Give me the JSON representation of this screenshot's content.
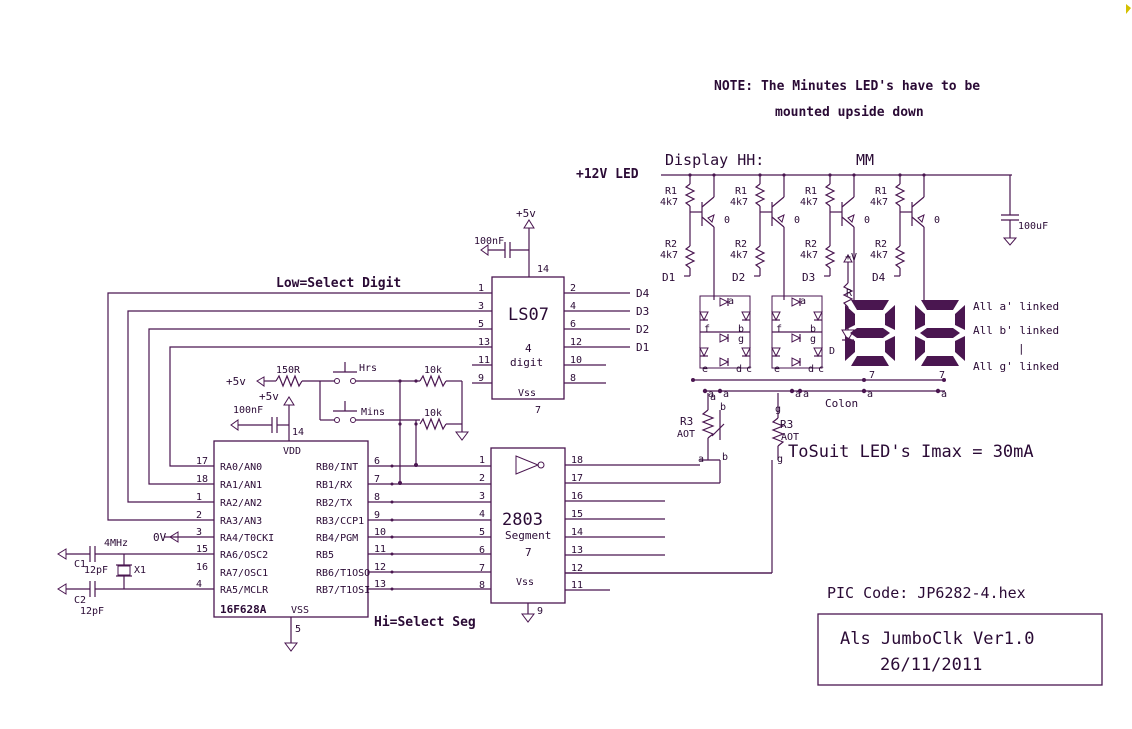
{
  "note": {
    "line1": "NOTE: The Minutes LED's have to be",
    "line2": "mounted upside down"
  },
  "display": {
    "hh_label": "Display HH:",
    "mm_label": "MM",
    "supply_label": "+12V LED",
    "cap": "100uF",
    "colon": "Colon",
    "digits": "88"
  },
  "transistors": [
    {
      "r1": "R1",
      "r1v": "4k7",
      "r2": "R2",
      "r2v": "4k7",
      "drive": "D1",
      "q": "0"
    },
    {
      "r1": "R1",
      "r1v": "4k7",
      "r2": "R2",
      "r2v": "4k7",
      "drive": "D2",
      "q": "0"
    },
    {
      "r1": "R1",
      "r1v": "4k7",
      "r2": "R2",
      "r2v": "4k7",
      "drive": "D3",
      "q": "0"
    },
    {
      "r1": "R1",
      "r1v": "4k7",
      "r2": "R2",
      "r2v": "4k7",
      "drive": "D4",
      "q": "0"
    }
  ],
  "links": [
    "All a' linked",
    "All b' linked",
    "|",
    "All g' linked"
  ],
  "colon_dot": {
    "plus_v": "+V",
    "r": "R",
    "d": "D"
  },
  "ls07": {
    "name": "LS07",
    "sub1": "4",
    "sub2": "digit",
    "vss": "Vss",
    "vdd_pin": "14",
    "vss_pin": "7",
    "left_pins": [
      "1",
      "3",
      "5",
      "13",
      "11",
      "9"
    ],
    "right_pins": [
      "2",
      "4",
      "6",
      "12",
      "10",
      "8"
    ],
    "outputs": [
      "D4",
      "D3",
      "D2",
      "D1"
    ],
    "supply": "+5v",
    "cap": "100nF",
    "caption": "Low=Select Digit"
  },
  "pic": {
    "name": "16F628A",
    "vdd": "VDD",
    "vss": "VSS",
    "vdd_pin": "14",
    "vss_pin": "5",
    "left": [
      {
        "pin": "17",
        "name": "RA0/AN0"
      },
      {
        "pin": "18",
        "name": "RA1/AN1"
      },
      {
        "pin": "1",
        "name": "RA2/AN2"
      },
      {
        "pin": "2",
        "name": "RA3/AN3"
      },
      {
        "pin": "3",
        "name": "RA4/T0CKI"
      },
      {
        "pin": "15",
        "name": "RA6/OSC2"
      },
      {
        "pin": "16",
        "name": "RA7/OSC1"
      },
      {
        "pin": "4",
        "name": "RA5/MCLR"
      }
    ],
    "right": [
      {
        "pin": "6",
        "name": "RB0/INT"
      },
      {
        "pin": "7",
        "name": "RB1/RX"
      },
      {
        "pin": "8",
        "name": "RB2/TX"
      },
      {
        "pin": "9",
        "name": "RB3/CCP1"
      },
      {
        "pin": "10",
        "name": "RB4/PGM"
      },
      {
        "pin": "11",
        "name": "RB5"
      },
      {
        "pin": "12",
        "name": "RB6/T1OSO"
      },
      {
        "pin": "13",
        "name": "RB7/T1OSI"
      }
    ],
    "supply": "+5v",
    "cap": "100nF",
    "zero_v": "0V"
  },
  "uln": {
    "name": "2803",
    "sub1": "Segment",
    "sub2": "7",
    "vss": "Vss",
    "gnd_pin": "9",
    "left_pins": [
      "1",
      "2",
      "3",
      "4",
      "5",
      "6",
      "7",
      "8"
    ],
    "right_pins": [
      "18",
      "17",
      "16",
      "15",
      "14",
      "13",
      "12",
      "11"
    ],
    "caption": "Hi=Select Seg"
  },
  "inputs": {
    "supply": "+5v",
    "r": "150R",
    "hrs": "Hrs",
    "mins": "Mins",
    "r_hrs": "10k",
    "r_mins": "10k"
  },
  "crystal": {
    "freq": "4MHz",
    "x": "X1",
    "c1": "C1",
    "c1v": "12pF",
    "c2": "C2",
    "c2v": "12pF"
  },
  "pots": {
    "r3a": "R3",
    "r3a_v": "AOT",
    "r3b": "R3",
    "r3b_v": "AOT",
    "a": "a",
    "b": "b",
    "g": "g"
  },
  "tosuit": "ToSuit LED's Imax = 30mA",
  "pic_code": "PIC Code: JP6282-4.hex",
  "title": {
    "line1": "Als JumboClk Ver1.0",
    "line2": "26/11/2011"
  },
  "colors": {
    "ink": "#4a1650",
    "text": "#2a0a35",
    "background": "#ffffff"
  }
}
